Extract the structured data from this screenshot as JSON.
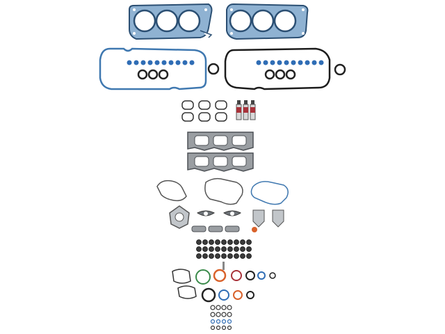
{
  "image": {
    "kind": "product-photo",
    "colors": {
      "background": "#ffffff",
      "head_gasket": "#7fa6c8",
      "head_gasket_edge": "#2b4f73",
      "cover_gasket_blue": "#3f78b0",
      "cover_gasket_black": "#1c1c1c",
      "seal_black": "#222222",
      "seal_blue": "#2f6db5",
      "metal": "#b8bcc0",
      "metal_dark": "#6e7378",
      "orange": "#d9622b",
      "green": "#3a8a4a",
      "red_tube": "#a8323a"
    },
    "component_groups": [
      "head-gaskets",
      "valve-cover-gaskets",
      "intake-gaskets",
      "sealant-tubes",
      "exhaust-manifold-gaskets",
      "water-pump-gaskets",
      "misc-metal-gaskets",
      "valve-stem-seals",
      "o-rings-and-seals"
    ]
  }
}
